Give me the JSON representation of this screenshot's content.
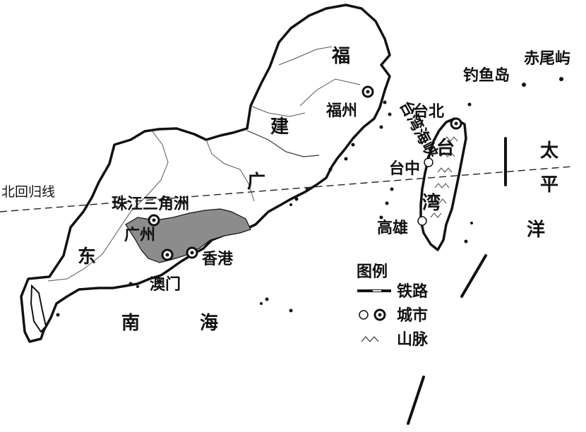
{
  "colors": {
    "ink": "#111111",
    "land": "#ffffff",
    "delta": "#8c8c8c",
    "background": "#ffffff"
  },
  "labels": {
    "tropic": "北回归线",
    "pearl_delta": "珠江三角洲",
    "fu": "福",
    "jian": "建",
    "guang": "广",
    "dong": "东",
    "nan": "南",
    "hai": "海",
    "tai_island_1": "台",
    "tai_island_2": "湾",
    "pacific_1": "太",
    "pacific_2": "平",
    "pacific_3": "洋",
    "strait": "台湾海峡"
  },
  "cities": {
    "fuzhou": "福州",
    "taipei": "台北",
    "taichung": "台中",
    "kaohsiung": "高雄",
    "guangzhou": "广州",
    "hongkong": "香港",
    "macau": "澳门"
  },
  "islands": {
    "diaoyu": "钓鱼岛",
    "chiwei": "赤尾屿"
  },
  "legend": {
    "title": "图例",
    "railway": "铁路",
    "city": "城市",
    "mountain": "山脉"
  },
  "icons": [
    "city-marker-icon",
    "capital-marker-icon",
    "mountain-icon"
  ]
}
